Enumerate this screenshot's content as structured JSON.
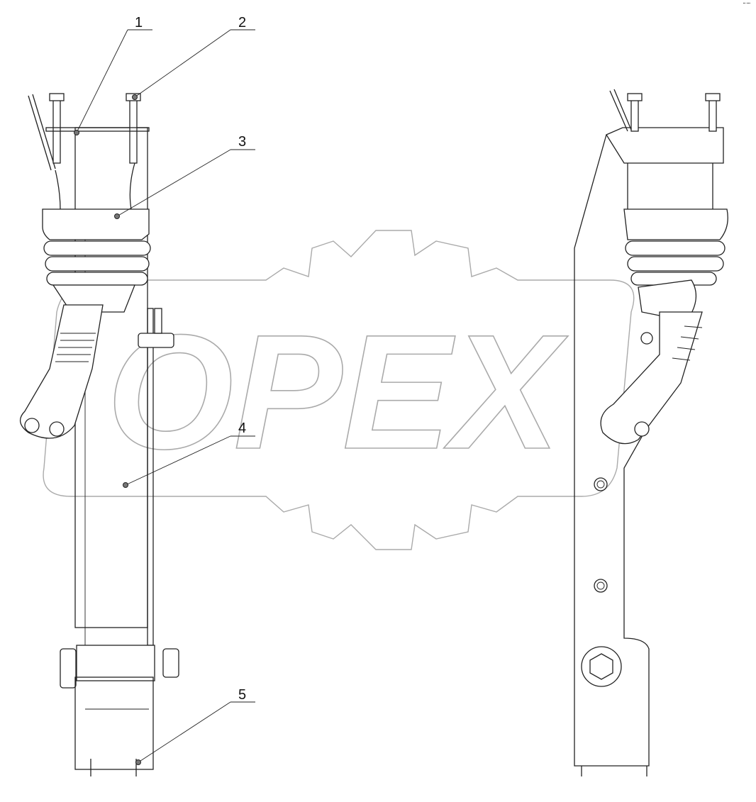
{
  "callouts": [
    {
      "label": "1"
    },
    {
      "label": "2"
    },
    {
      "label": "3"
    },
    {
      "label": "4"
    },
    {
      "label": "5"
    }
  ],
  "watermark": {
    "text": "OPEX",
    "color": "#aaaaaa"
  },
  "corner_mark": "▪▪ ▪▪▪",
  "line_color": "#222222"
}
